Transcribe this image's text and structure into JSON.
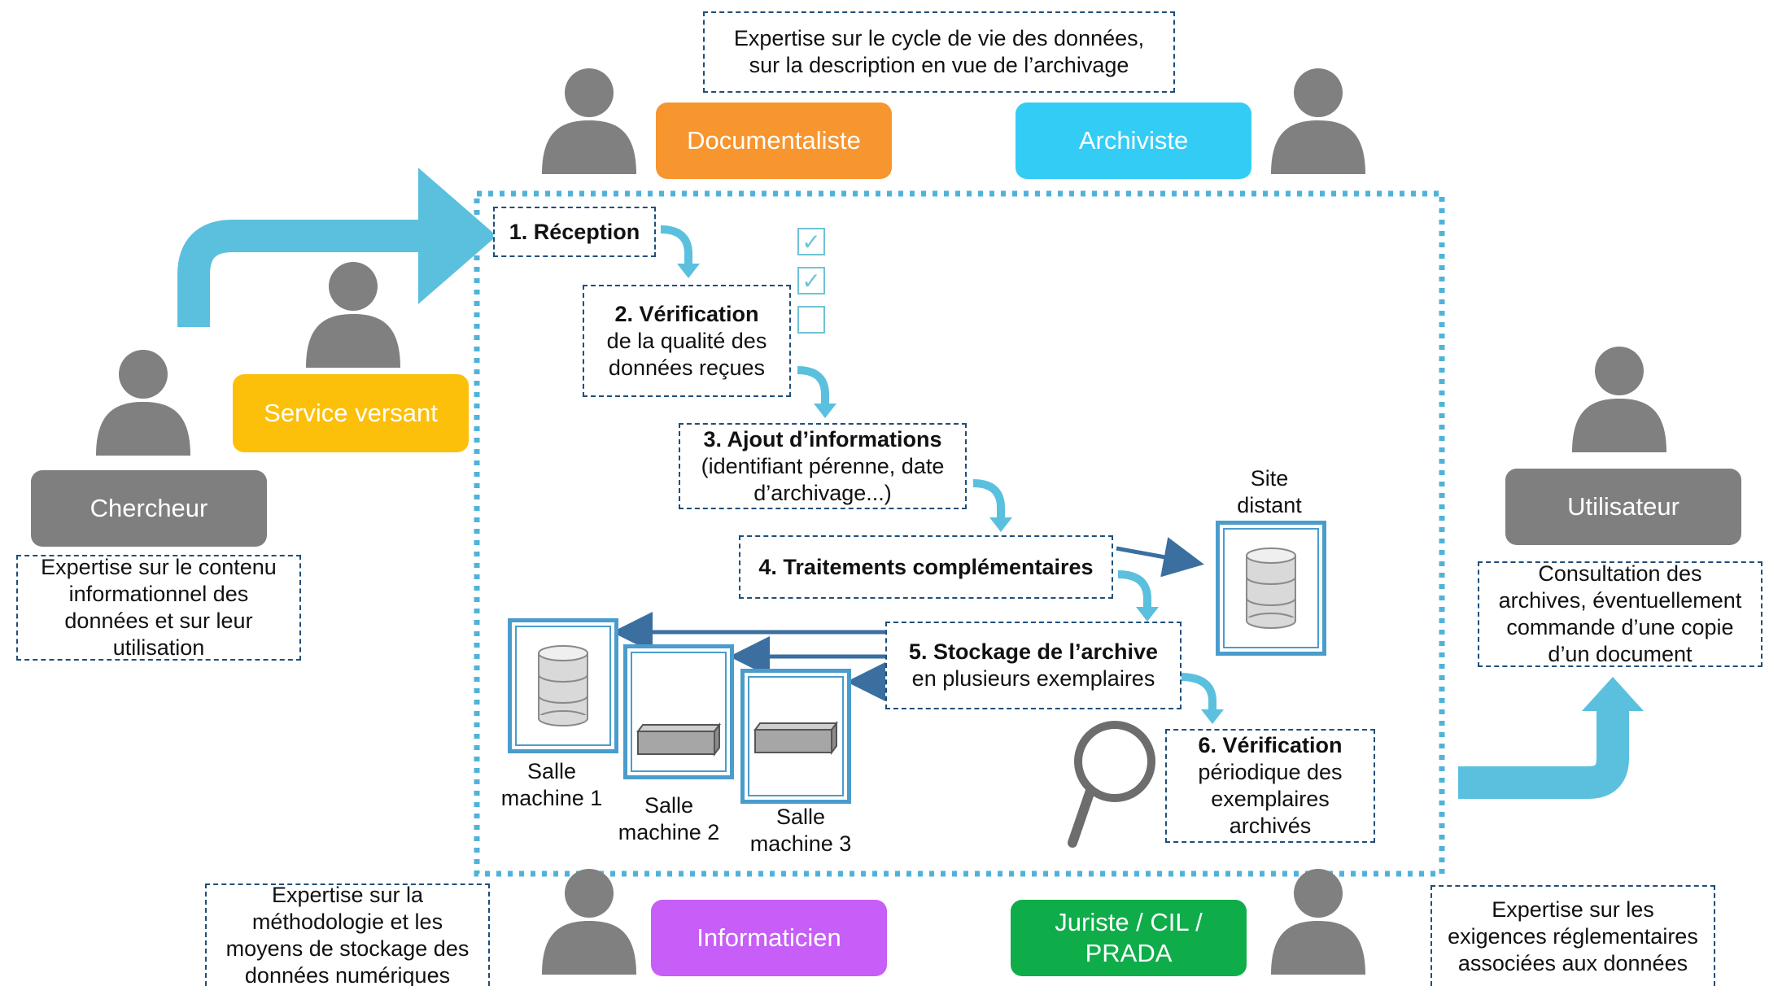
{
  "roles": {
    "documentaliste": "Documentaliste",
    "archiviste": "Archiviste",
    "service_versant": "Service versant",
    "chercheur": "Chercheur",
    "utilisateur": "Utilisateur",
    "informaticien": "Informaticien",
    "juriste_line1": "Juriste / CIL /",
    "juriste_line2": "PRADA"
  },
  "expertise": {
    "top_line1": "Expertise sur le cycle de vie des données,",
    "top_line2": "sur la description en vue de l’archivage",
    "chercheur_line1": "Expertise sur le contenu",
    "chercheur_line2": "informationnel des",
    "chercheur_line3": "données et sur leur",
    "chercheur_line4": "utilisation",
    "utilisateur_line1": "Consultation des",
    "utilisateur_line2": "archives, éventuellement",
    "utilisateur_line3": "commande d’une copie",
    "utilisateur_line4": "d’un document",
    "informaticien_line1": "Expertise sur la",
    "informaticien_line2": "méthodologie et les",
    "informaticien_line3": "moyens de stockage des",
    "informaticien_line4": "données numériques",
    "juriste_line1": "Expertise sur les",
    "juriste_line2": "exigences réglementaires",
    "juriste_line3": "associées aux données"
  },
  "steps": {
    "s1": "1. Réception",
    "s2_title": "2. Vérification",
    "s2_line1": "de la qualité des",
    "s2_line2": "données reçues",
    "s3_title": "3. Ajout d’informations",
    "s3_line1": "(identifiant pérenne, date",
    "s3_line2": "d’archivage...)",
    "s4": "4. Traitements complémentaires",
    "s5_title": "5. Stockage de l’archive",
    "s5_line1": "en plusieurs exemplaires",
    "s6_title": "6. Vérification",
    "s6_line1": "périodique des",
    "s6_line2": "exemplaires",
    "s6_line3": "archivés"
  },
  "locations": {
    "site_line1": "Site",
    "site_line2": "distant",
    "m1_line1": "Salle",
    "m1_line2": "machine 1",
    "m2_line1": "Salle",
    "m2_line2": "machine 2",
    "m3_line1": "Salle",
    "m3_line2": "machine 3"
  },
  "colors": {
    "documentaliste": "#f7952f",
    "archiviste": "#33ccf5",
    "service_versant": "#fcc00a",
    "chercheur": "#7f7f7f",
    "utilisateur": "#7f7f7f",
    "informaticien": "#c65ef7",
    "juriste": "#0fad4a",
    "flow_arrow": "#5bc0de",
    "dark_arrow": "#3a6fa0"
  }
}
